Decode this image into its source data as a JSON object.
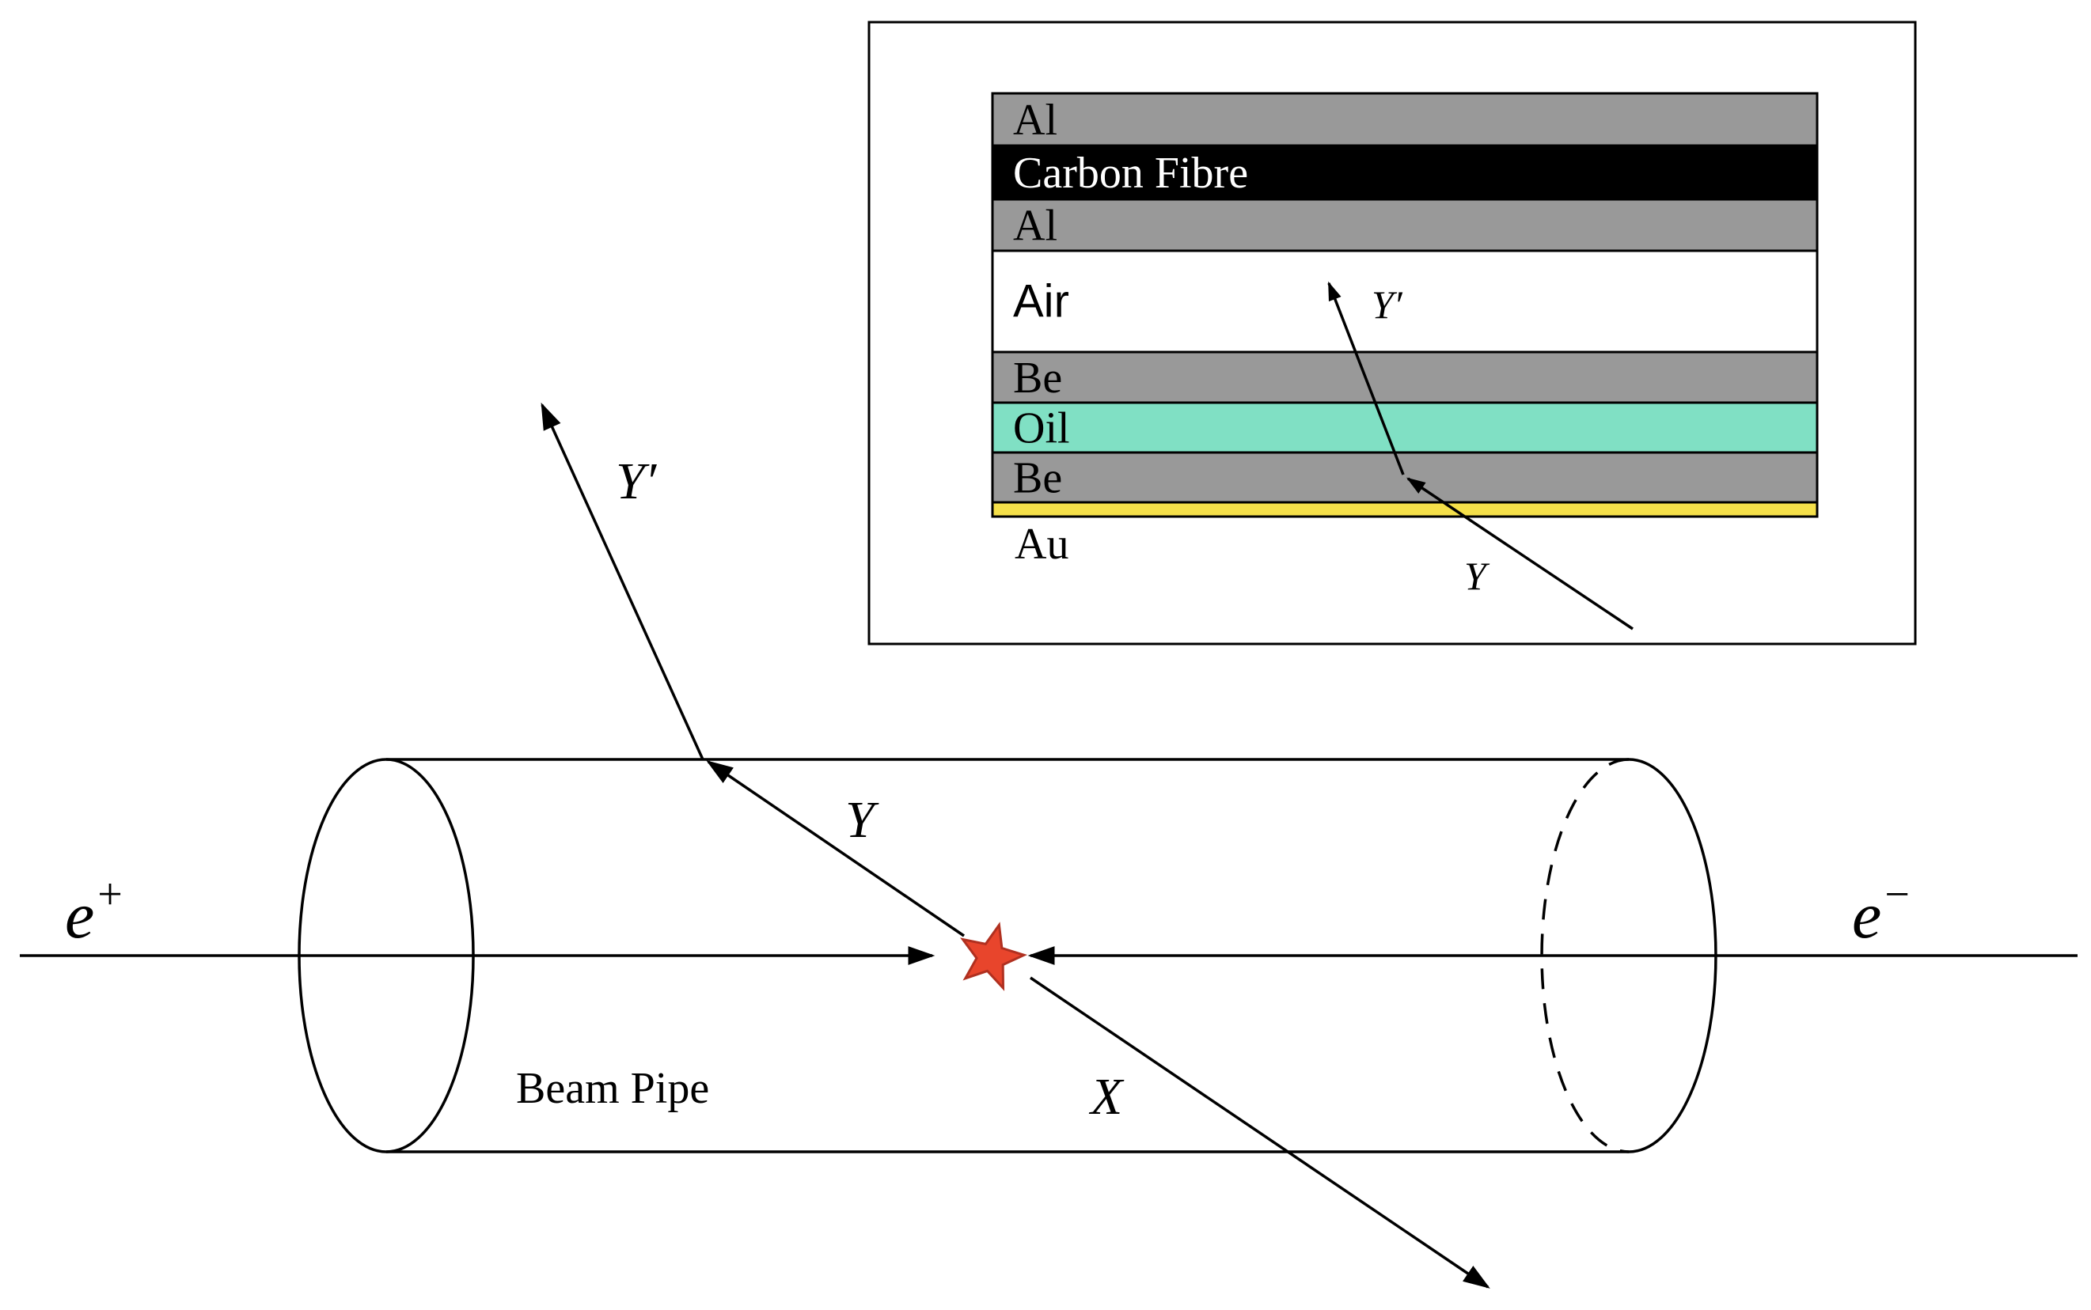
{
  "particles": {
    "positron": "e",
    "positron_sup": "+",
    "electron": "e",
    "electron_sup": "−",
    "x": "X",
    "y": "Y",
    "y_prime": "Y′"
  },
  "beam_pipe_label": "Beam Pipe",
  "inset": {
    "layers": [
      {
        "label": "Al",
        "color": "#999999",
        "text_color": "#000000"
      },
      {
        "label": "Carbon Fibre",
        "color": "#000000",
        "text_color": "#ffffff"
      },
      {
        "label": "Al",
        "color": "#999999",
        "text_color": "#000000"
      },
      {
        "label": "Air",
        "color": "#ffffff",
        "text_color": "#000000"
      },
      {
        "label": "Be",
        "color": "#999999",
        "text_color": "#000000"
      },
      {
        "label": "Oil",
        "color": "#80e0c4",
        "text_color": "#000000"
      },
      {
        "label": "Be",
        "color": "#999999",
        "text_color": "#000000"
      },
      {
        "label": "",
        "color": "#f5e04a",
        "text_color": "#000000"
      }
    ],
    "au_label": "Au",
    "y_label": "Y",
    "y_prime_label": "Y′"
  },
  "colors": {
    "star_fill": "#e8452c",
    "star_stroke": "#b03020",
    "line": "#000000"
  }
}
